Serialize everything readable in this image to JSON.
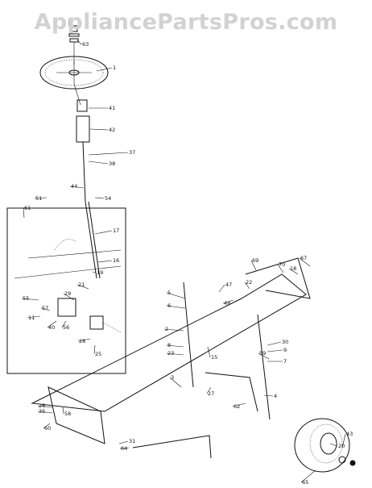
{
  "watermark": "AppliancePartsPros.com",
  "callouts": [
    "1",
    "2",
    "3",
    "4",
    "5",
    "6",
    "7",
    "8",
    "9",
    "11",
    "15",
    "16",
    "17",
    "18",
    "19",
    "20",
    "21",
    "22",
    "23",
    "25",
    "26",
    "27",
    "28",
    "29",
    "30",
    "31",
    "35",
    "37",
    "38",
    "40",
    "41",
    "42",
    "43",
    "44",
    "47",
    "48",
    "51",
    "54",
    "55",
    "56",
    "57",
    "58",
    "59",
    "60",
    "61",
    "62",
    "63",
    "64",
    "65",
    "67",
    "69",
    "70"
  ]
}
